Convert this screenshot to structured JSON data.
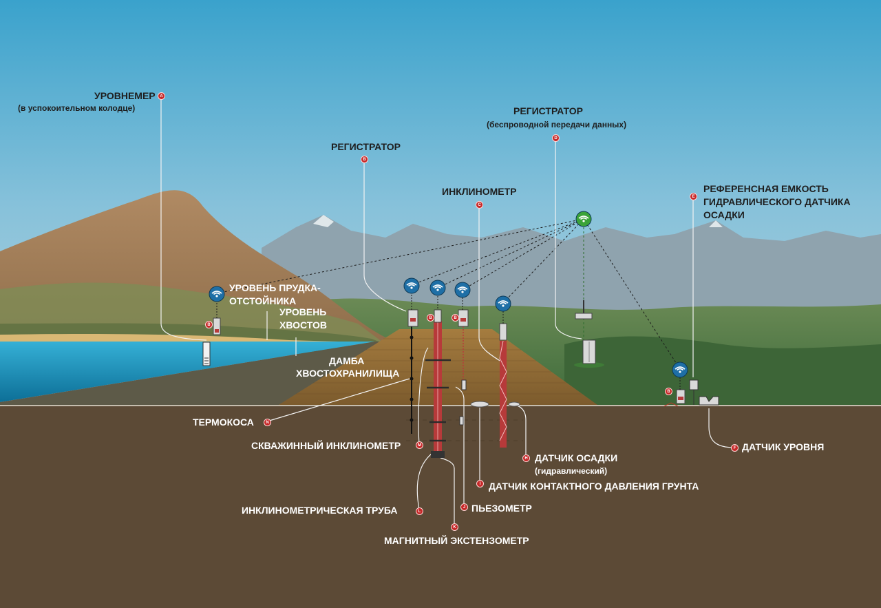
{
  "labels": {
    "level_gauge": "УРОВНЕМЕР",
    "level_gauge_sub": "(в успокоительном колодце)",
    "logger_b": "РЕГИСТРАТОР",
    "logger_d": "РЕГИСТРАТОР",
    "logger_d_sub": "(беспроводной передачи данных)",
    "inclinometer": "ИНКЛИНОМЕТР",
    "reference_tank_1": "РЕФЕРЕНСНАЯ ЕМКОСТЬ",
    "reference_tank_2": "ГИДРАВЛИЧЕСКОГО ДАТЧИКА",
    "reference_tank_3": "ОСАДКИ",
    "pond_level_1": "УРОВЕНЬ ПРУДКА-",
    "pond_level_2": "ОТСТОЙНИКА",
    "tailings_level_1": "УРОВЕНЬ",
    "tailings_level_2": "ХВОСТОВ",
    "dam_1": "ДАМБА",
    "dam_2": "ХВОСТОХРАНИЛИЩА",
    "thermistor_string": "ТЕРМОКОСА",
    "borehole_inclinometer": "СКВАЖИННЫЙ ИНКЛИНОМЕТР",
    "settlement_sensor": "ДАТЧИК ОСАДКИ",
    "settlement_sensor_sub": "(гидравлический)",
    "earth_pressure_cell": "ДАТЧИК КОНТАКТНОГО ДАВЛЕНИЯ ГРУНТА",
    "inclinometer_casing": "ИНКЛИНОМЕТРИЧЕСКАЯ ТРУБА",
    "piezometer": "ПЬЕЗОМЕТР",
    "magnetic_extensometer": "МАГНИТНЫЙ ЭКСТЕНЗОМЕТР",
    "level_sensor": "ДАТЧИК УРОВНЯ"
  },
  "badges": {
    "a": "A",
    "b": "B",
    "c": "C",
    "d": "D",
    "e": "E",
    "f": "F",
    "h": "H",
    "i": "I",
    "j": "J",
    "k": "K",
    "l": "L",
    "m": "M",
    "n": "N"
  },
  "icons": [
    "wifi-icon",
    "data-logger-icon",
    "radio-tower-icon",
    "level-gauge-icon",
    "level-sensor-icon"
  ],
  "colors": {
    "sky_top": "#3aa2cc",
    "sky_bottom": "#b3d2dd",
    "hill": "#a98662",
    "water": "#1d8fb8",
    "ground": "#5b4a36",
    "dam": "#8c6a36",
    "badge": "#c62828",
    "wifi_blue": "#1e6fa6",
    "wifi_green": "#3aa339"
  }
}
